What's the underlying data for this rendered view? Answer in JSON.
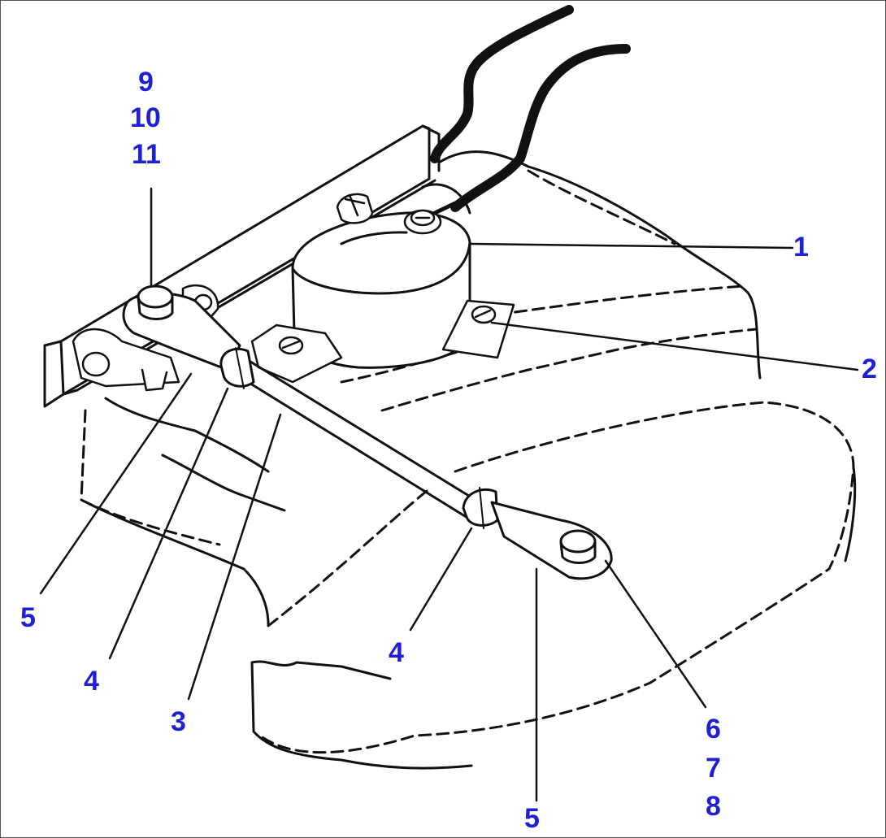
{
  "colors": {
    "line": "#111111",
    "callout_text": "#1f1fd6",
    "background": "#ffffff"
  },
  "callouts": {
    "c9": "9",
    "c10": "10",
    "c11": "11",
    "c1": "1",
    "c2": "2",
    "c5_left": "5",
    "c4_left": "4",
    "c3": "3",
    "c4_right": "4",
    "c5_bottom": "5",
    "c6": "6",
    "c7": "7",
    "c8": "8"
  }
}
